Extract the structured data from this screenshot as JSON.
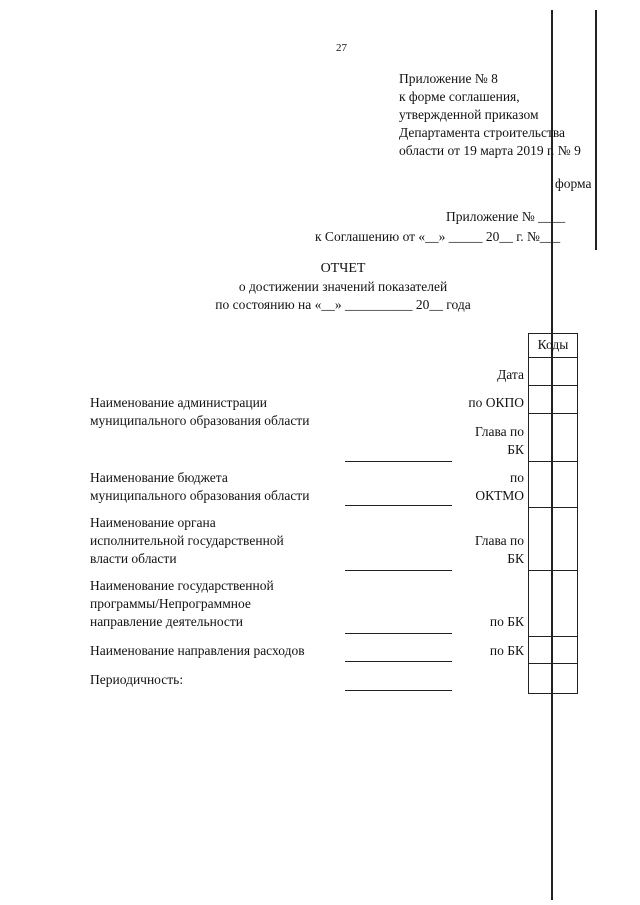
{
  "page_number": "27",
  "appendix": {
    "line1": "Приложение № 8",
    "line2": "к форме соглашения,",
    "line3": "утвержденной приказом",
    "line4": "Департамента строительства",
    "line5": "области от 19 марта 2019 г. № 9"
  },
  "forma_label": "форма",
  "agreement": {
    "line1": "Приложение № ____",
    "line2": "к Соглашению от «__» _____ 20__ г. №___"
  },
  "report": {
    "title": "ОТЧЕТ",
    "subtitle1": "о достижении значений показателей",
    "subtitle2": "по состоянию на «__» __________ 20__ года"
  },
  "codes_header": "Коды",
  "fields": {
    "admin_line1": "Наименование администрации",
    "admin_line2": "муниципального образования области",
    "budget_line1": "Наименование бюджета",
    "budget_line2": "муниципального образования области",
    "organ_line1": "Наименование органа",
    "organ_line2": "исполнительной государственной",
    "organ_line3": "власти области",
    "program_line1": "Наименование государственной",
    "program_line2": "программы/Непрограммное",
    "program_line3": "направление деятельности",
    "direction": "Наименование направления расходов",
    "periodicity": "Периодичность:"
  },
  "code_labels": {
    "date": "Дата",
    "okpo": "по ОКПО",
    "glava1_line1": "Глава по",
    "glava1_line2": "БК",
    "oktmo_line1": "по",
    "oktmo_line2": "ОКТМО",
    "glava2_line1": "Глава по",
    "glava2_line2": "БК",
    "bk1": "по БК",
    "bk2": "по БК"
  }
}
